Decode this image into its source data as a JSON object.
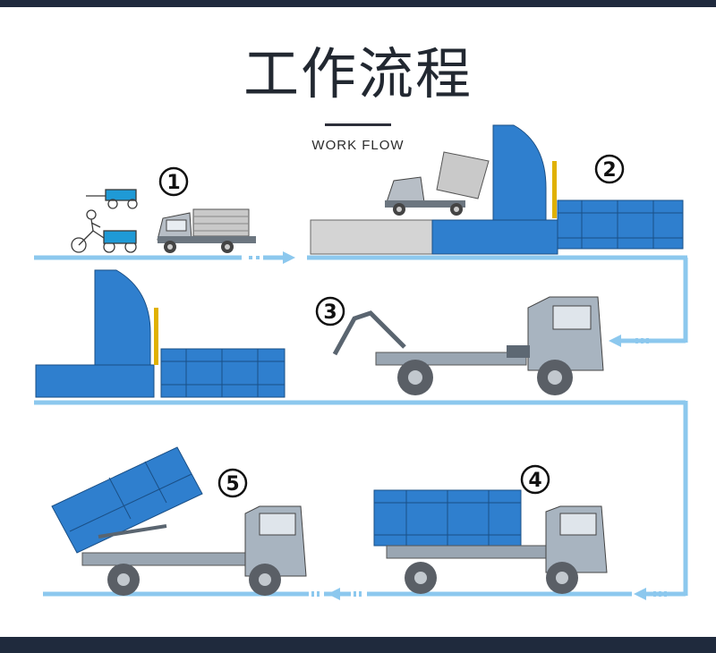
{
  "header": {
    "title": "工作流程",
    "subtitle": "WORK FLOW"
  },
  "colors": {
    "band": "#1f2a3d",
    "flow_line": "#8cc8ee",
    "container_blue": "#2f7fce",
    "truck_gray": "#a8b4c0",
    "text_dark": "#222831"
  },
  "steps": [
    {
      "number": "1"
    },
    {
      "number": "2"
    },
    {
      "number": "3"
    },
    {
      "number": "4"
    },
    {
      "number": "5"
    }
  ]
}
